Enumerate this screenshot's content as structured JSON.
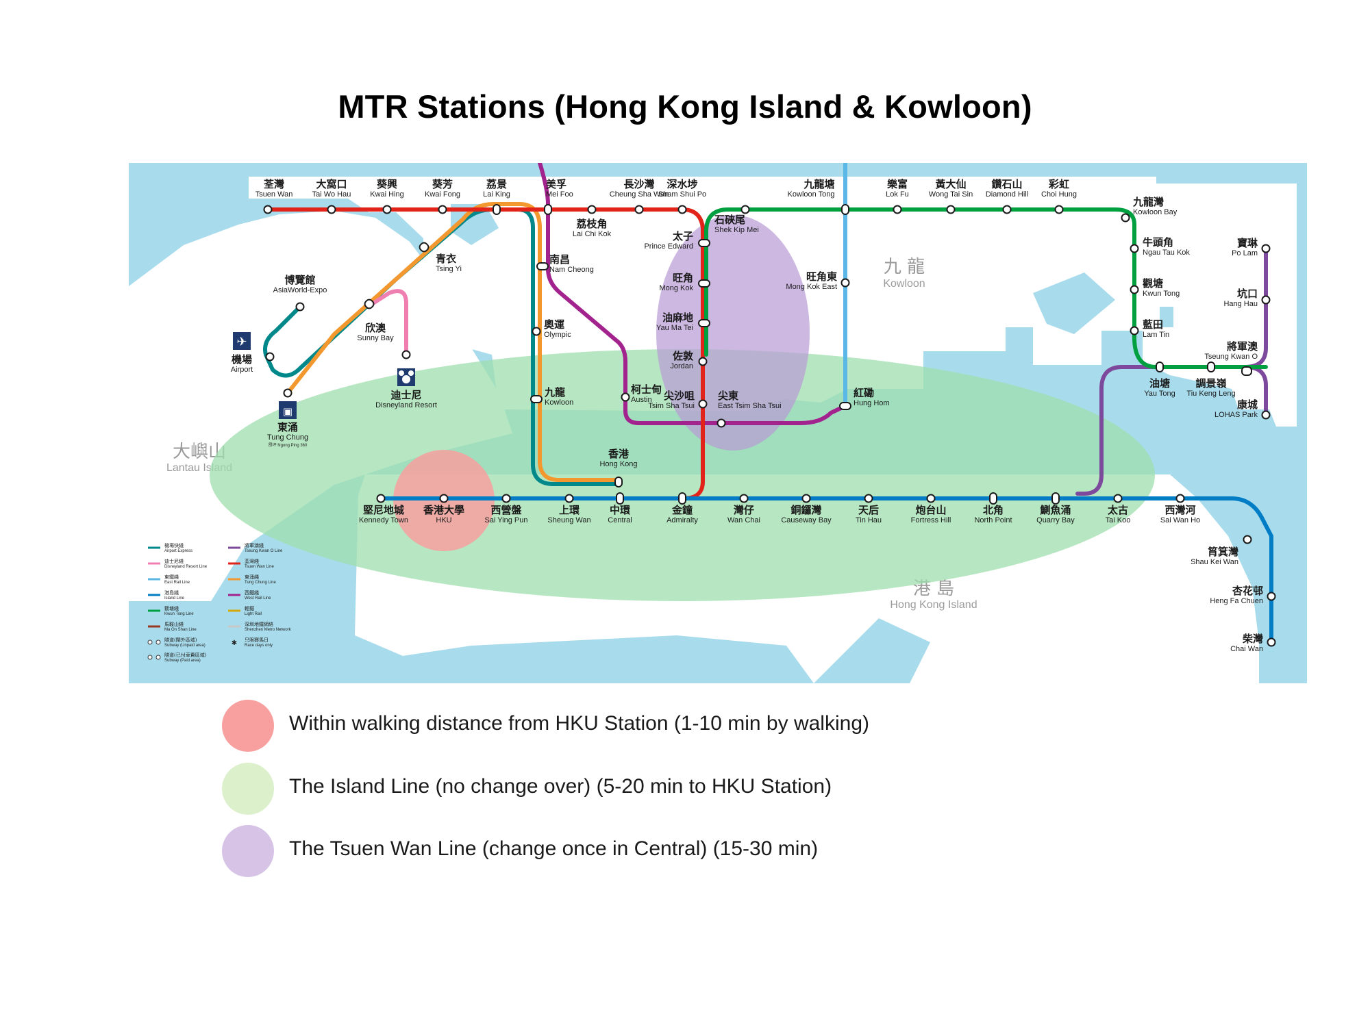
{
  "title": "MTR Stations (Hong Kong Island & Kowloon)",
  "colors": {
    "water": "#a8dcec",
    "land": "#ffffff",
    "airport_express": "#00888a",
    "disneyland_resort_line": "#f07fb1",
    "east_rail_line": "#5bb7e5",
    "island_line": "#007dc5",
    "kwun_tong_line": "#00a040",
    "ma_on_shan_line": "#9a3820",
    "tseung_kwan_o_line": "#7d499d",
    "tsuen_wan_line": "#e2231a",
    "tung_chung_line": "#f3982e",
    "west_rail_line": "#a3238e",
    "light_rail": "#d3a809",
    "hku_zone": "#f8a0a0",
    "island_zone": "#9fdfae",
    "tsuen_wan_zone": "#b89ad6"
  },
  "areas": {
    "kowloon_cn": "九 龍",
    "kowloon_en": "Kowloon",
    "lantau_cn": "大嶼山",
    "lantau_en": "Lantau Island",
    "hk_island_cn": "港 島",
    "hk_island_en": "Hong Kong Island"
  },
  "stations": {
    "tsuen_wan": {
      "cn": "荃灣",
      "en": "Tsuen Wan"
    },
    "tai_wo_hau": {
      "cn": "大窩口",
      "en": "Tai Wo Hau"
    },
    "kwai_hing": {
      "cn": "葵興",
      "en": "Kwai Hing"
    },
    "kwai_fong": {
      "cn": "葵芳",
      "en": "Kwai Fong"
    },
    "lai_king": {
      "cn": "荔景",
      "en": "Lai King"
    },
    "mei_foo": {
      "cn": "美孚",
      "en": "Mei Foo"
    },
    "cheung_sha_wan": {
      "cn": "長沙灣",
      "en": "Cheung Sha Wan"
    },
    "sham_shui_po": {
      "cn": "深水埗",
      "en": "Sham Shui Po"
    },
    "lai_chi_kok": {
      "cn": "荔枝角",
      "en": "Lai Chi Kok"
    },
    "kowloon_tong": {
      "cn": "九龍塘",
      "en": "Kowloon Tong"
    },
    "lok_fu": {
      "cn": "樂富",
      "en": "Lok Fu"
    },
    "wong_tai_sin": {
      "cn": "黃大仙",
      "en": "Wong Tai Sin"
    },
    "diamond_hill": {
      "cn": "鑽石山",
      "en": "Diamond Hill"
    },
    "choi_hung": {
      "cn": "彩虹",
      "en": "Choi Hung"
    },
    "kowloon_bay": {
      "cn": "九龍灣",
      "en": "Kowloon Bay"
    },
    "ngau_tau_kok": {
      "cn": "牛頭角",
      "en": "Ngau Tau Kok"
    },
    "kwun_tong": {
      "cn": "觀塘",
      "en": "Kwun Tong"
    },
    "lam_tin": {
      "cn": "藍田",
      "en": "Lam Tin"
    },
    "po_lam": {
      "cn": "寶琳",
      "en": "Po Lam"
    },
    "hang_hau": {
      "cn": "坑口",
      "en": "Hang Hau"
    },
    "tseung_kwan_o": {
      "cn": "將軍澳",
      "en": "Tseung Kwan O"
    },
    "lohas_park": {
      "cn": "康城",
      "en": "LOHAS Park"
    },
    "yau_tong": {
      "cn": "油塘",
      "en": "Yau Tong"
    },
    "tiu_keng_leng": {
      "cn": "調景嶺",
      "en": "Tiu Keng Leng"
    },
    "prince_edward": {
      "cn": "太子",
      "en": "Prince Edward"
    },
    "shek_kip_mei": {
      "cn": "石硤尾",
      "en": "Shek Kip Mei"
    },
    "mong_kok": {
      "cn": "旺角",
      "en": "Mong Kok"
    },
    "mong_kok_east": {
      "cn": "旺角東",
      "en": "Mong Kok East"
    },
    "yau_ma_tei": {
      "cn": "油麻地",
      "en": "Yau Ma Tei"
    },
    "jordan": {
      "cn": "佐敦",
      "en": "Jordan"
    },
    "tsim_sha_tsui": {
      "cn": "尖沙咀",
      "en": "Tsim Sha Tsui"
    },
    "east_tsim_sha_tsui": {
      "cn": "尖東",
      "en": "East Tsim Sha Tsui"
    },
    "hung_hom": {
      "cn": "紅磡",
      "en": "Hung Hom"
    },
    "austin": {
      "cn": "柯士甸",
      "en": "Austin"
    },
    "nam_cheong": {
      "cn": "南昌",
      "en": "Nam Cheong"
    },
    "olympic": {
      "cn": "奧運",
      "en": "Olympic"
    },
    "kowloon": {
      "cn": "九龍",
      "en": "Kowloon"
    },
    "tsing_yi": {
      "cn": "青衣",
      "en": "Tsing Yi"
    },
    "asiaworld_expo": {
      "cn": "博覽館",
      "en": "AsiaWorld-Expo"
    },
    "airport": {
      "cn": "機場",
      "en": "Airport"
    },
    "sunny_bay": {
      "cn": "欣澳",
      "en": "Sunny Bay"
    },
    "disneyland_resort": {
      "cn": "迪士尼",
      "en": "Disneyland Resort"
    },
    "tung_chung": {
      "cn": "東涌",
      "en": "Tung Chung"
    },
    "hong_kong": {
      "cn": "香港",
      "en": "Hong Kong"
    },
    "kennedy_town": {
      "cn": "堅尼地城",
      "en": "Kennedy Town"
    },
    "hku": {
      "cn": "香港大學",
      "en": "HKU"
    },
    "sai_ying_pun": {
      "cn": "西營盤",
      "en": "Sai Ying Pun"
    },
    "sheung_wan": {
      "cn": "上環",
      "en": "Sheung Wan"
    },
    "central": {
      "cn": "中環",
      "en": "Central"
    },
    "admiralty": {
      "cn": "金鐘",
      "en": "Admiralty"
    },
    "wan_chai": {
      "cn": "灣仔",
      "en": "Wan Chai"
    },
    "causeway_bay": {
      "cn": "銅鑼灣",
      "en": "Causeway Bay"
    },
    "tin_hau": {
      "cn": "天后",
      "en": "Tin Hau"
    },
    "fortress_hill": {
      "cn": "炮台山",
      "en": "Fortress Hill"
    },
    "north_point": {
      "cn": "北角",
      "en": "North Point"
    },
    "quarry_bay": {
      "cn": "鰂魚涌",
      "en": "Quarry Bay"
    },
    "tai_koo": {
      "cn": "太古",
      "en": "Tai Koo"
    },
    "sai_wan_ho": {
      "cn": "西灣河",
      "en": "Sai Wan Ho"
    },
    "shau_kei_wan": {
      "cn": "筲箕灣",
      "en": "Shau Kei Wan"
    },
    "heng_fa_chuen": {
      "cn": "杏花邨",
      "en": "Heng Fa Chuen"
    },
    "chai_wan": {
      "cn": "柴灣",
      "en": "Chai Wan"
    }
  },
  "map_key": {
    "airport_express": {
      "cn": "機場快綫",
      "en": "Airport Express"
    },
    "disneyland": {
      "cn": "迪士尼綫",
      "en": "Disneyland Resort Line"
    },
    "east_rail": {
      "cn": "東鐵綫",
      "en": "East Rail Line"
    },
    "island": {
      "cn": "港島綫",
      "en": "Island Line"
    },
    "kwun_tong": {
      "cn": "觀塘綫",
      "en": "Kwun Tong Line"
    },
    "ma_on_shan": {
      "cn": "馬鞍山綫",
      "en": "Ma On Shan Line"
    },
    "subway_unpaid": {
      "cn": "隧道(閘外區域)",
      "en": "Subway (Unpaid area)"
    },
    "subway_paid": {
      "cn": "隧道(已付車費區域)",
      "en": "Subway (Paid area)"
    },
    "tseung_kwan_o": {
      "cn": "將軍澳綫",
      "en": "Tseung Kwan O Line"
    },
    "tsuen_wan": {
      "cn": "荃灣綫",
      "en": "Tsuen Wan Line"
    },
    "tung_chung": {
      "cn": "東涌綫",
      "en": "Tung Chung Line"
    },
    "west_rail": {
      "cn": "西鐵綫",
      "en": "West Rail Line"
    },
    "light_rail": {
      "cn": "輕鐵",
      "en": "Light Rail"
    },
    "shenzhen_metro": {
      "cn": "深圳地鐵網絡",
      "en": "Shenzhen Metro Network"
    },
    "race_days": {
      "cn": "只限賽馬日",
      "en": "Race days only"
    }
  },
  "ngong_ping_label": "昂坪 Ngong Ping 360",
  "legend": [
    {
      "text": "Within walking distance from HKU Station (1-10 min by walking)",
      "color": "#f8a0a0"
    },
    {
      "text": "The Island Line (no change over) (5-20 min to HKU Station)",
      "color": "#dcf0cc"
    },
    {
      "text": "The Tsuen Wan Line (change once in Central) (15-30 min)",
      "color": "#d6c3e6"
    }
  ]
}
